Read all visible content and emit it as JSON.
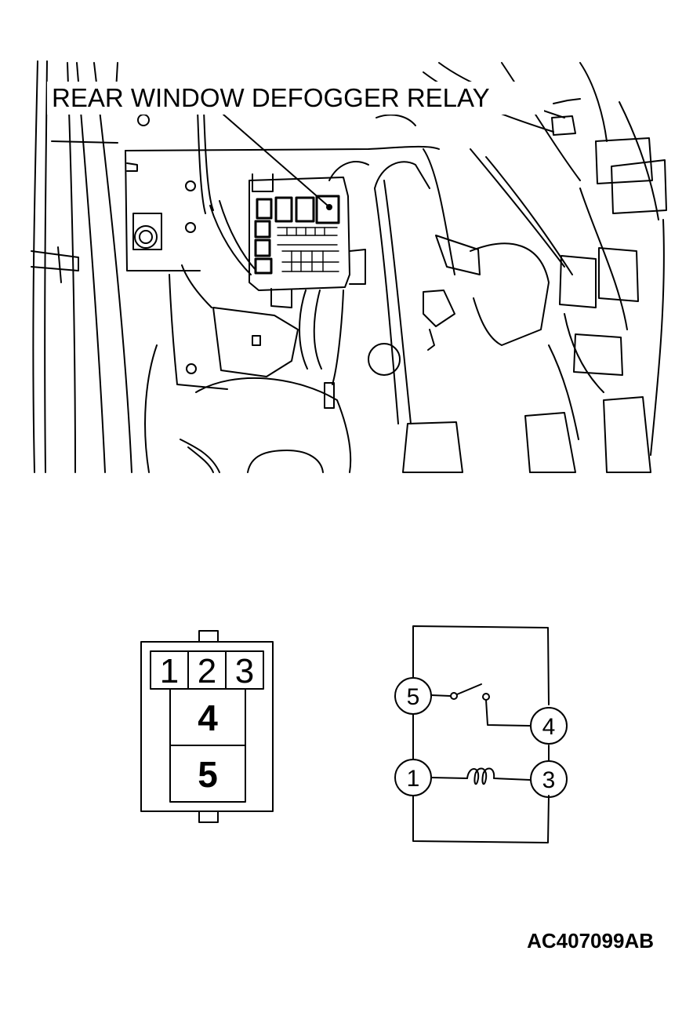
{
  "illustration": {
    "callout_label": "REAR WINDOW DEFOGGER RELAY"
  },
  "connector": {
    "pins": [
      "1",
      "2",
      "3",
      "4",
      "5"
    ]
  },
  "circuit": {
    "terminals": [
      "5",
      "4",
      "1",
      "3"
    ]
  },
  "figure_code": "AC407099AB"
}
